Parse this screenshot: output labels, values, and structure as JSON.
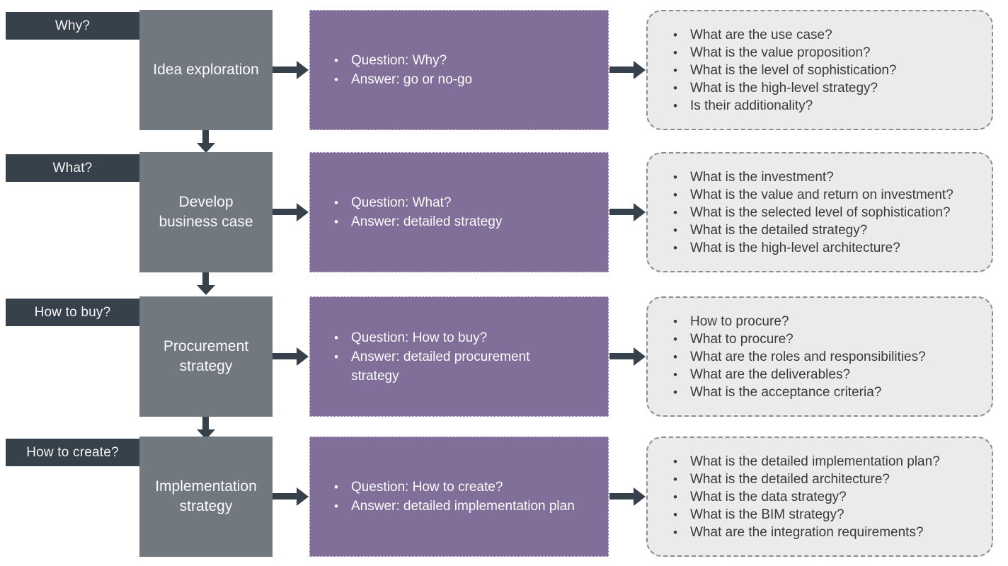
{
  "diagram": {
    "rows": [
      {
        "question_label": "Why?",
        "stage": "Idea exploration",
        "qa": [
          "Question: Why?",
          "Answer: go or no-go"
        ],
        "outputs": [
          "What are the use case?",
          "What is the value proposition?",
          "What is the level of sophistication?",
          "What is the high-level strategy?",
          "Is their additionality?"
        ]
      },
      {
        "question_label": "What?",
        "stage": "Develop business case",
        "qa": [
          "Question: What?",
          "Answer: detailed strategy"
        ],
        "outputs": [
          "What is the investment?",
          "What is the value and return on investment?",
          "What is the selected level of sophistication?",
          "What is the detailed strategy?",
          "What is the high-level architecture?"
        ]
      },
      {
        "question_label": "How to buy?",
        "stage": "Procurement strategy",
        "qa": [
          "Question: How to buy?",
          "Answer: detailed procurement strategy"
        ],
        "outputs": [
          "How to procure?",
          "What to procure?",
          "What are the roles and responsibilities?",
          "What are the deliverables?",
          "What is the acceptance criteria?"
        ]
      },
      {
        "question_label": "How to create?",
        "stage": "Implementation strategy",
        "qa": [
          "Question: How to create?",
          "Answer: detailed implementation plan"
        ],
        "outputs": [
          "What is the detailed implementation plan?",
          "What is the detailed architecture?",
          "What is the data strategy?",
          "What is the BIM strategy?",
          "What are the integration requirements?"
        ]
      }
    ]
  },
  "colors": {
    "label_bg": "#36414b",
    "stage_bg": "#71787f",
    "qa_bg": "#816f9a",
    "outputs_bg": "#ebebeb",
    "outputs_border": "#8c8c8c",
    "arrow": "#36414b",
    "dark_text": "#3a3a3a"
  }
}
